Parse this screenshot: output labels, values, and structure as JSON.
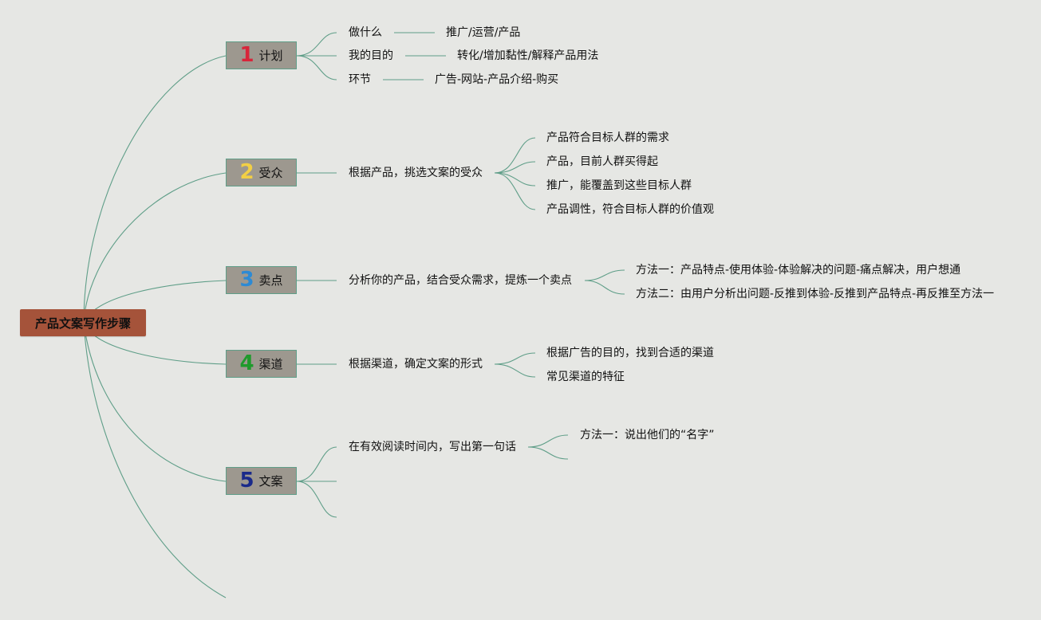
{
  "root": {
    "label": "产品文案写作步骤"
  },
  "steps": [
    {
      "num": "1",
      "label": "计划",
      "color": "#d8263b"
    },
    {
      "num": "2",
      "label": "受众",
      "color": "#f2cf45"
    },
    {
      "num": "3",
      "label": "卖点",
      "color": "#2d8ad4"
    },
    {
      "num": "4",
      "label": "渠道",
      "color": "#1f9a2c"
    },
    {
      "num": "5",
      "label": "文案",
      "color": "#1a2a8a"
    }
  ],
  "plan": {
    "items": [
      {
        "label": "做什么",
        "detail": "推广/运营/产品"
      },
      {
        "label": "我的目的",
        "detail": "转化/增加黏性/解释产品用法"
      },
      {
        "label": "环节",
        "detail": "广告-网站-产品介绍-购买"
      }
    ]
  },
  "audience": {
    "main": "根据产品，挑选文案的受众",
    "subs": [
      "产品符合目标人群的需求",
      "产品，目前人群买得起",
      "推广，能覆盖到这些目标人群",
      "产品调性，符合目标人群的价值观"
    ]
  },
  "selling": {
    "main": "分析你的产品，结合受众需求，提炼一个卖点",
    "subs": [
      "方法一：产品特点-使用体验-体验解决的问题-痛点解决，用户想通",
      "方法二：由用户分析出问题-反推到体验-反推到产品特点-再反推至方法一"
    ]
  },
  "channel": {
    "main": "根据渠道，确定文案的形式",
    "subs": [
      "根据广告的目的，找到合适的渠道",
      "常见渠道的特征"
    ]
  },
  "copy": {
    "main": "在有效阅读时间内，写出第一句话",
    "subs": [
      "方法一：说出他们的“名字”"
    ]
  }
}
